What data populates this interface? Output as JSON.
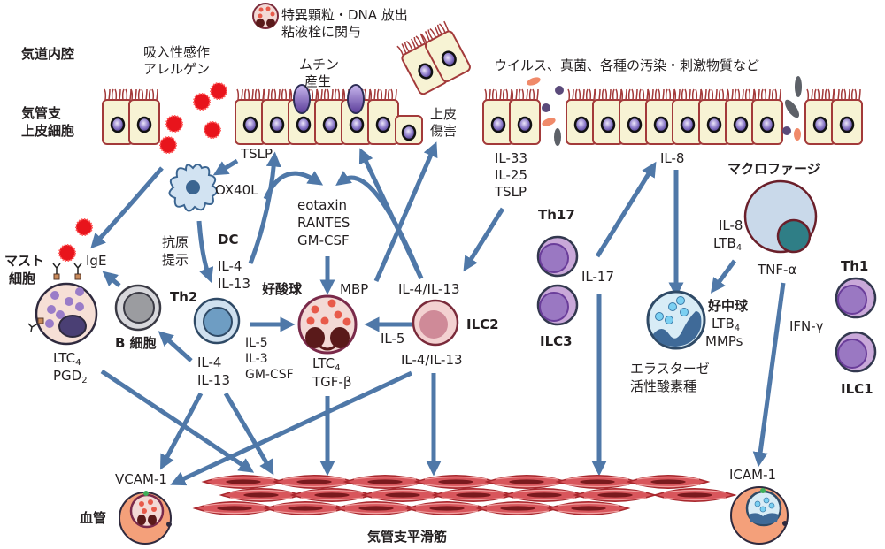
{
  "title": "気道炎症における細胞・サイトカインネットワーク",
  "regions": {
    "airway_lumen": "気道内腔",
    "bronchial_epithelium_line1": "気管支",
    "bronchial_epithelium_line2": "上皮細胞"
  },
  "stimuli": {
    "inhaled_allergen_line1": "吸入性感作",
    "inhaled_allergen_line2": "アレルゲン",
    "pathogens": "ウイルス、真菌、各種の汚染・刺激物質など"
  },
  "epithelium": {
    "mucin_line1": "ムチン",
    "mucin_line2": "産生",
    "damage_line1": "上皮",
    "damage_line2": "傷害",
    "left_output": "TSLP",
    "right_outputs": [
      "IL-33",
      "IL-25",
      "TSLP"
    ],
    "il8": "IL-8"
  },
  "legend_note": {
    "line1": "特異顆粒・DNA 放出",
    "line2": "粘液栓に関与"
  },
  "cells": {
    "dc": {
      "name": "DC",
      "marker": "OX40L",
      "process_line1": "抗原",
      "process_line2": "提示",
      "out1": "IL-4",
      "out2": "IL-13"
    },
    "mast": {
      "name_line1": "マスト",
      "name_line2": "細胞",
      "antibody": "IgE",
      "out1": "LTC",
      "out1_sub": "4",
      "out2": "PGD",
      "out2_sub": "2"
    },
    "bcell": {
      "name": "B 細胞"
    },
    "th2": {
      "name": "Th2",
      "out1": "IL-4",
      "out2": "IL-13",
      "side1": "IL-5",
      "side2": "IL-3",
      "side3": "GM-CSF"
    },
    "eosinophil": {
      "name": "好酸球",
      "top": "MBP",
      "out1": "LTC",
      "out1_sub": "4",
      "out2": "TGF-β"
    },
    "chemokines": [
      "eotaxin",
      "RANTES",
      "GM-CSF"
    ],
    "ilc2": {
      "name": "ILC2",
      "top": "IL-4/IL-13",
      "left": "IL-5",
      "bottom": "IL-4/IL-13"
    },
    "th17": {
      "name": "Th17"
    },
    "ilc3": {
      "name": "ILC3",
      "out": "IL-17"
    },
    "neutrophil": {
      "name": "好中球",
      "out1": "LTB",
      "out1_sub": "4",
      "out2": "MMPs",
      "below1": "エラスターゼ",
      "below2": "活性酸素種"
    },
    "macrophage": {
      "name": "マクロファージ",
      "side1": "IL-8",
      "side2": "LTB",
      "side2_sub": "4",
      "out": "TNF-α"
    },
    "th1": {
      "name": "Th1",
      "out": "IFN-γ"
    },
    "ilc1": {
      "name": "ILC1"
    }
  },
  "targets": {
    "vessel": "血管",
    "vcam": "VCAM-1",
    "icam": "ICAM-1",
    "smooth_muscle": "気管支平滑筋"
  },
  "colors": {
    "arrow": "#4f78a8",
    "epithelium_fill": "#f7f3d4",
    "epithelium_stroke": "#a33a3a",
    "allergen": "#e8141c",
    "muscle": "#c8424a"
  }
}
